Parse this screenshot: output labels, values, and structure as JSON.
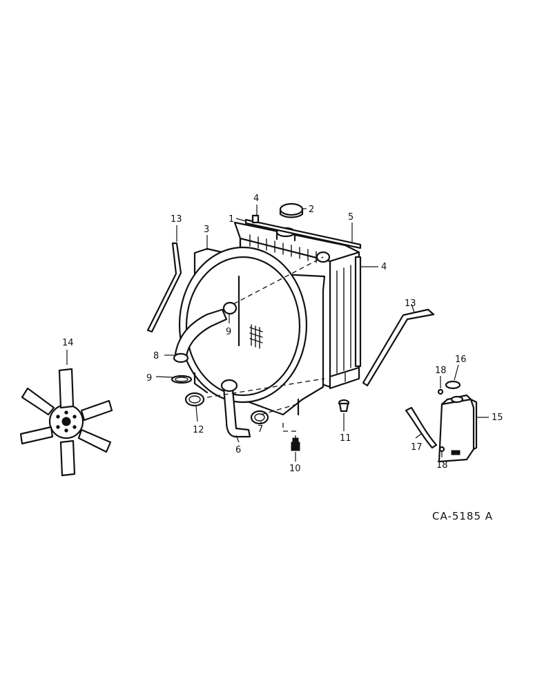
{
  "callouts": {
    "c1": "1",
    "c2": "2",
    "c3": "3",
    "c4a": "4",
    "c4b": "4",
    "c5": "5",
    "c6": "6",
    "c7": "7",
    "c8": "8",
    "c9a": "9",
    "c9b": "9",
    "c10": "10",
    "c11": "11",
    "c12": "12",
    "c13a": "13",
    "c13b": "13",
    "c14": "14",
    "c15": "15",
    "c16": "16",
    "c17": "17",
    "c18a": "18",
    "c18b": "18"
  },
  "drawing_code": "CA-5185 A"
}
